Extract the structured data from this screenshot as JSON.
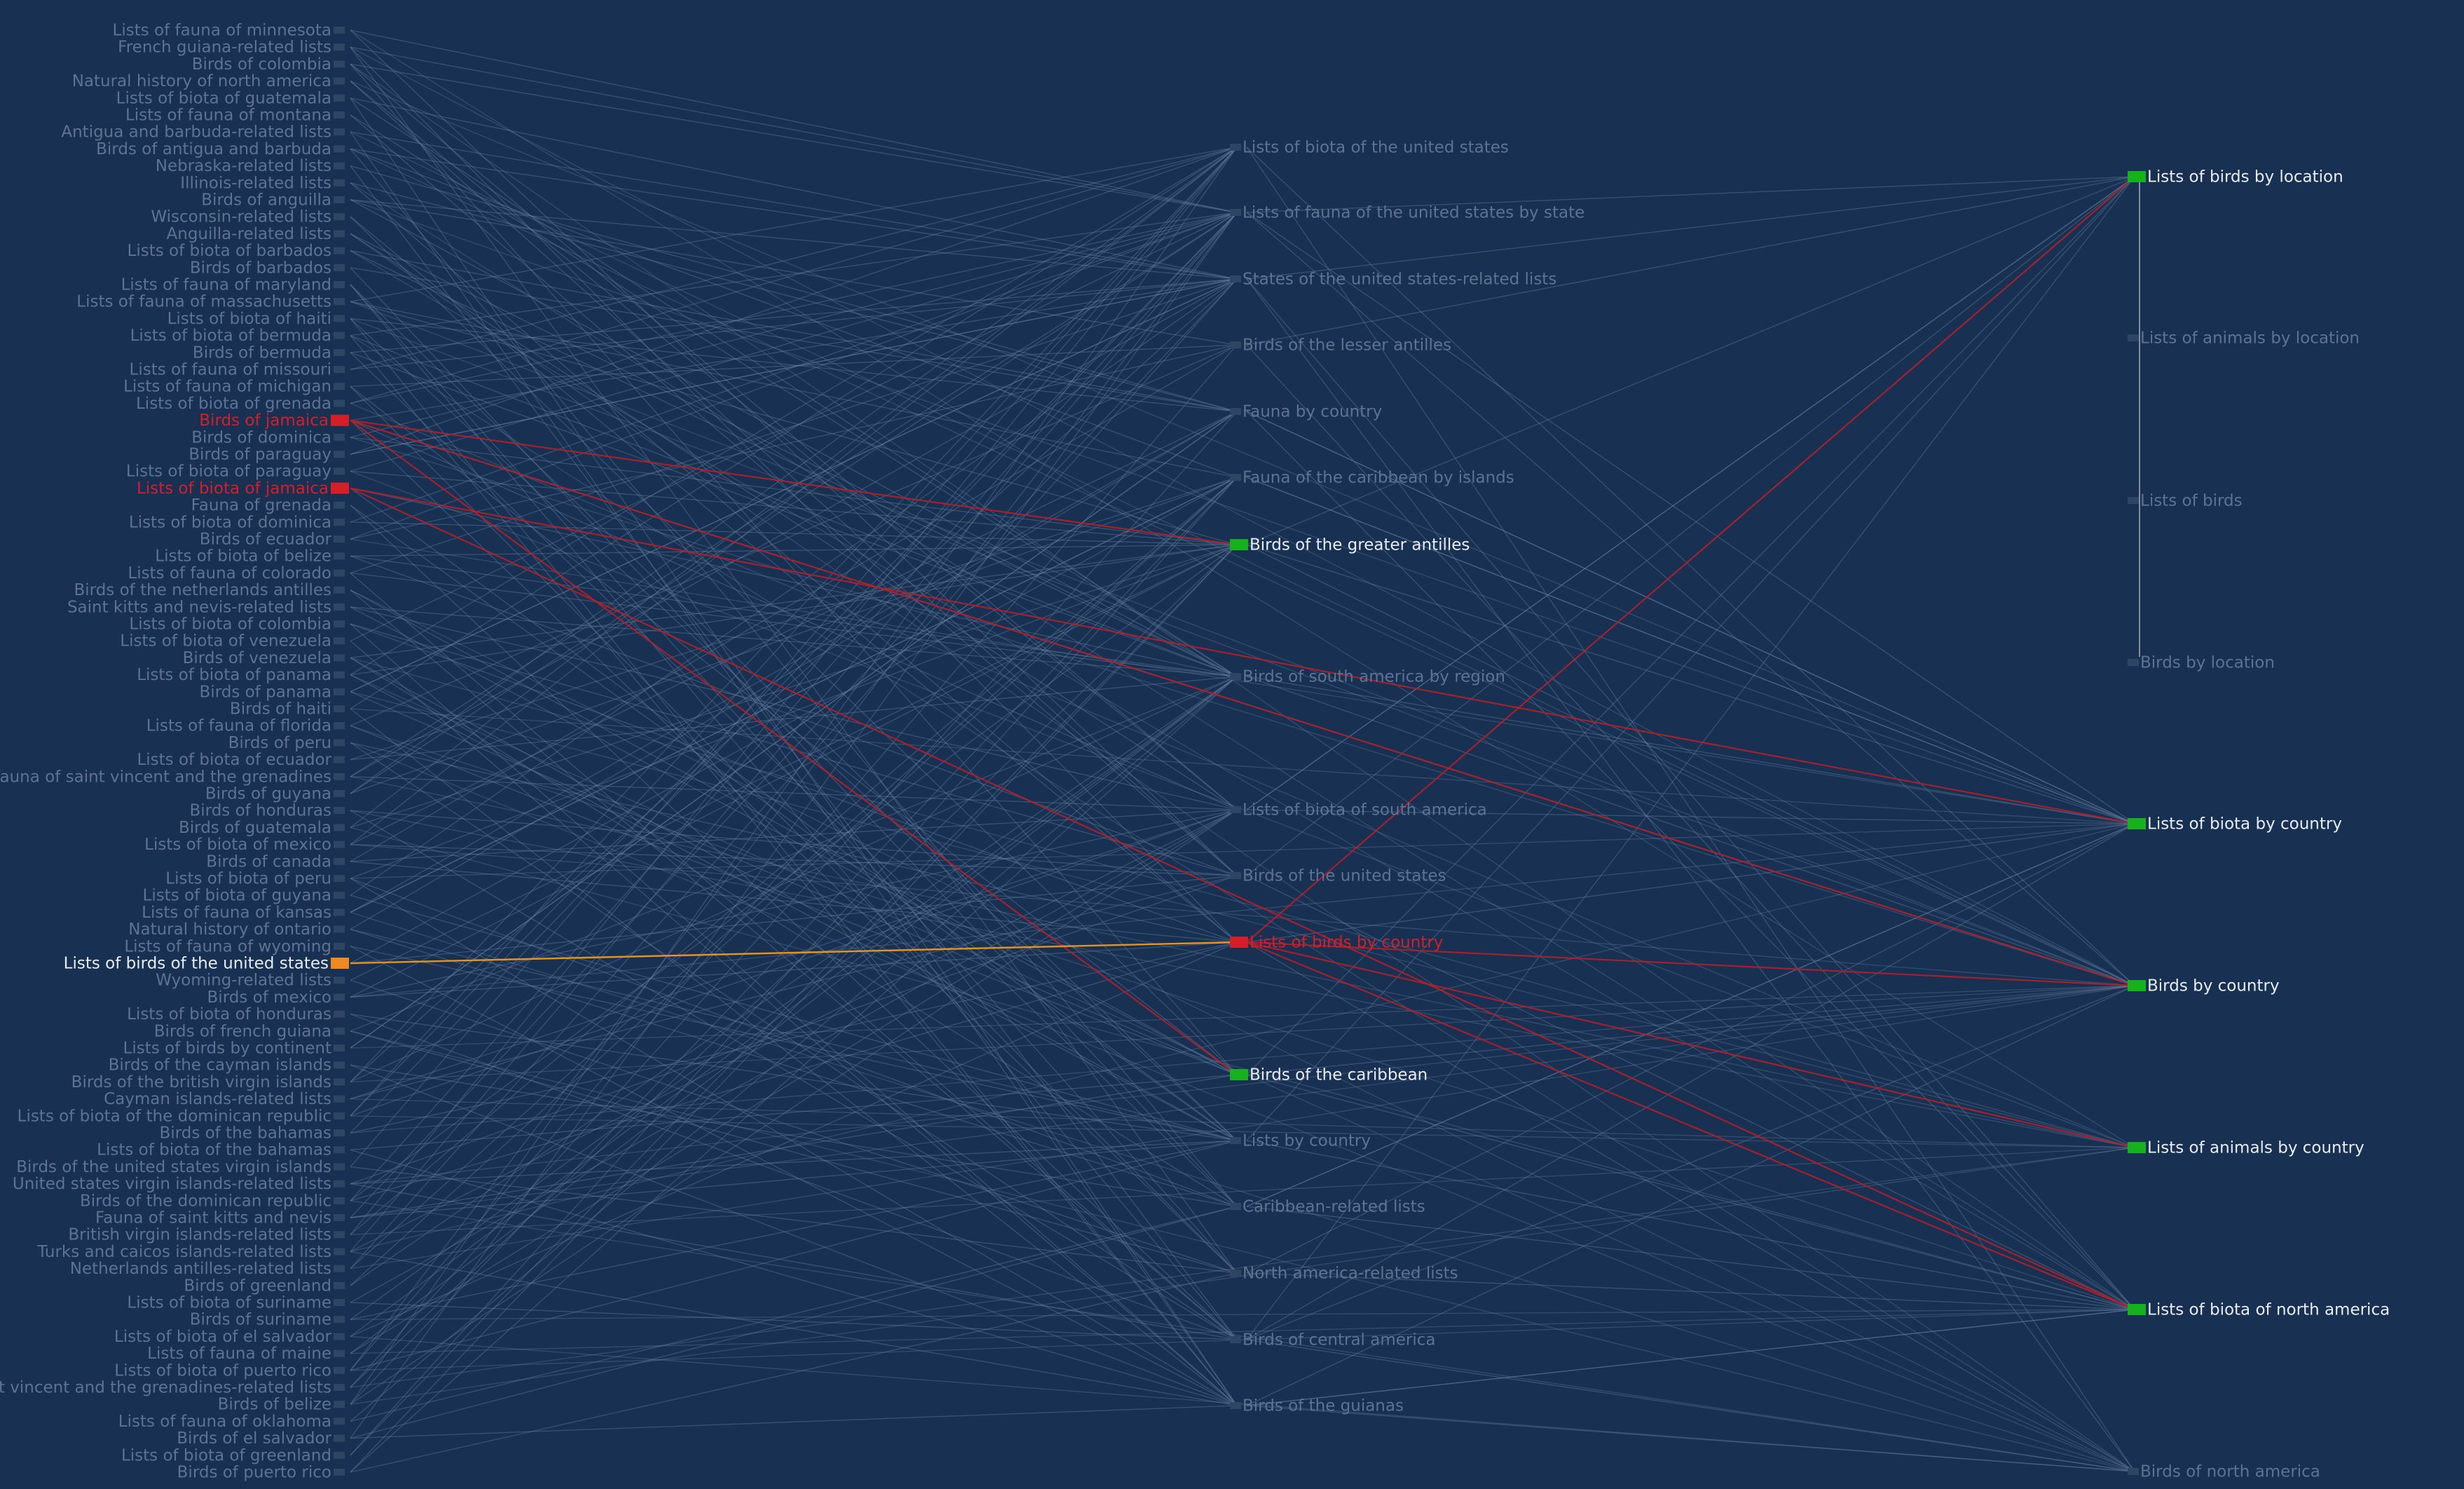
{
  "colors": {
    "background": "#183052",
    "edge_dim": "#6d83a3",
    "edge_highlight": "#b3202a",
    "edge_selected": "#e8931f",
    "text_dim": "#5e7391",
    "text_bright": "#e8ecf2",
    "text_red": "#d41f28",
    "node_dim": "#2e4664",
    "node_green": "#16b21d",
    "node_red": "#d41f28",
    "node_orange": "#ee8a22"
  },
  "graph": {
    "left_nodes": [
      {
        "label": "Lists of fauna of minnesota",
        "state": "dim"
      },
      {
        "label": "French guiana-related lists",
        "state": "dim"
      },
      {
        "label": "Birds of colombia",
        "state": "dim"
      },
      {
        "label": "Natural history of north america",
        "state": "dim"
      },
      {
        "label": "Lists of biota of guatemala",
        "state": "dim"
      },
      {
        "label": "Lists of fauna of montana",
        "state": "dim"
      },
      {
        "label": "Antigua and barbuda-related lists",
        "state": "dim"
      },
      {
        "label": "Birds of antigua and barbuda",
        "state": "dim"
      },
      {
        "label": "Nebraska-related lists",
        "state": "dim"
      },
      {
        "label": "Illinois-related lists",
        "state": "dim"
      },
      {
        "label": "Birds of anguilla",
        "state": "dim"
      },
      {
        "label": "Wisconsin-related lists",
        "state": "dim"
      },
      {
        "label": "Anguilla-related lists",
        "state": "dim"
      },
      {
        "label": "Lists of biota of barbados",
        "state": "dim"
      },
      {
        "label": "Birds of barbados",
        "state": "dim"
      },
      {
        "label": "Lists of fauna of maryland",
        "state": "dim"
      },
      {
        "label": "Lists of fauna of massachusetts",
        "state": "dim"
      },
      {
        "label": "Lists of biota of haiti",
        "state": "dim"
      },
      {
        "label": "Lists of biota of bermuda",
        "state": "dim"
      },
      {
        "label": "Birds of bermuda",
        "state": "dim"
      },
      {
        "label": "Lists of fauna of missouri",
        "state": "dim"
      },
      {
        "label": "Lists of fauna of michigan",
        "state": "dim"
      },
      {
        "label": "Lists of biota of grenada",
        "state": "dim"
      },
      {
        "label": "Birds of jamaica",
        "state": "red"
      },
      {
        "label": "Birds of dominica",
        "state": "dim"
      },
      {
        "label": "Birds of paraguay",
        "state": "dim"
      },
      {
        "label": "Lists of biota of paraguay",
        "state": "dim"
      },
      {
        "label": "Lists of biota of jamaica",
        "state": "red"
      },
      {
        "label": "Fauna of grenada",
        "state": "dim"
      },
      {
        "label": "Lists of biota of dominica",
        "state": "dim"
      },
      {
        "label": "Birds of ecuador",
        "state": "dim"
      },
      {
        "label": "Lists of biota of belize",
        "state": "dim"
      },
      {
        "label": "Lists of fauna of colorado",
        "state": "dim"
      },
      {
        "label": "Birds of the netherlands antilles",
        "state": "dim"
      },
      {
        "label": "Saint kitts and nevis-related lists",
        "state": "dim"
      },
      {
        "label": "Lists of biota of colombia",
        "state": "dim"
      },
      {
        "label": "Lists of biota of venezuela",
        "state": "dim"
      },
      {
        "label": "Birds of venezuela",
        "state": "dim"
      },
      {
        "label": "Lists of biota of panama",
        "state": "dim"
      },
      {
        "label": "Birds of panama",
        "state": "dim"
      },
      {
        "label": "Birds of haiti",
        "state": "dim"
      },
      {
        "label": "Lists of fauna of florida",
        "state": "dim"
      },
      {
        "label": "Birds of peru",
        "state": "dim"
      },
      {
        "label": "Lists of biota of ecuador",
        "state": "dim"
      },
      {
        "label": "Fauna of saint vincent and the grenadines",
        "state": "dim"
      },
      {
        "label": "Birds of guyana",
        "state": "dim"
      },
      {
        "label": "Birds of honduras",
        "state": "dim"
      },
      {
        "label": "Birds of guatemala",
        "state": "dim"
      },
      {
        "label": "Lists of biota of mexico",
        "state": "dim"
      },
      {
        "label": "Birds of canada",
        "state": "dim"
      },
      {
        "label": "Lists of biota of peru",
        "state": "dim"
      },
      {
        "label": "Lists of biota of guyana",
        "state": "dim"
      },
      {
        "label": "Lists of fauna of kansas",
        "state": "dim"
      },
      {
        "label": "Natural history of ontario",
        "state": "dim"
      },
      {
        "label": "Lists of fauna of wyoming",
        "state": "dim"
      },
      {
        "label": "Lists of birds of the united states",
        "state": "selected"
      },
      {
        "label": "Wyoming-related lists",
        "state": "dim"
      },
      {
        "label": "Birds of mexico",
        "state": "dim"
      },
      {
        "label": "Lists of biota of honduras",
        "state": "dim"
      },
      {
        "label": "Birds of french guiana",
        "state": "dim"
      },
      {
        "label": "Lists of birds by continent",
        "state": "dim"
      },
      {
        "label": "Birds of the cayman islands",
        "state": "dim"
      },
      {
        "label": "Birds of the british virgin islands",
        "state": "dim"
      },
      {
        "label": "Cayman islands-related lists",
        "state": "dim"
      },
      {
        "label": "Lists of biota of the dominican republic",
        "state": "dim"
      },
      {
        "label": "Birds of the bahamas",
        "state": "dim"
      },
      {
        "label": "Lists of biota of the bahamas",
        "state": "dim"
      },
      {
        "label": "Birds of the united states virgin islands",
        "state": "dim"
      },
      {
        "label": "United states virgin islands-related lists",
        "state": "dim"
      },
      {
        "label": "Birds of the dominican republic",
        "state": "dim"
      },
      {
        "label": "Fauna of saint kitts and nevis",
        "state": "dim"
      },
      {
        "label": "British virgin islands-related lists",
        "state": "dim"
      },
      {
        "label": "Turks and caicos islands-related lists",
        "state": "dim"
      },
      {
        "label": "Netherlands antilles-related lists",
        "state": "dim"
      },
      {
        "label": "Birds of greenland",
        "state": "dim"
      },
      {
        "label": "Lists of biota of suriname",
        "state": "dim"
      },
      {
        "label": "Birds of suriname",
        "state": "dim"
      },
      {
        "label": "Lists of biota of el salvador",
        "state": "dim"
      },
      {
        "label": "Lists of fauna of maine",
        "state": "dim"
      },
      {
        "label": "Lists of biota of puerto rico",
        "state": "dim"
      },
      {
        "label": "Saint vincent and the grenadines-related lists",
        "state": "dim"
      },
      {
        "label": "Birds of belize",
        "state": "dim"
      },
      {
        "label": "Lists of fauna of oklahoma",
        "state": "dim"
      },
      {
        "label": "Birds of el salvador",
        "state": "dim"
      },
      {
        "label": "Lists of biota of greenland",
        "state": "dim"
      },
      {
        "label": "Birds of puerto rico",
        "state": "dim"
      }
    ],
    "middle_nodes": [
      {
        "label": "Lists of biota of the united states",
        "state": "dim"
      },
      {
        "label": "Lists of fauna of the united states by state",
        "state": "dim"
      },
      {
        "label": "States of the united states-related lists",
        "state": "dim"
      },
      {
        "label": "Birds of the lesser antilles",
        "state": "dim"
      },
      {
        "label": "Fauna by country",
        "state": "dim"
      },
      {
        "label": "Fauna of the caribbean by islands",
        "state": "dim"
      },
      {
        "label": "Birds of the greater antilles",
        "state": "green"
      },
      {
        "label": "Birds of south america by region",
        "state": "dim"
      },
      {
        "label": "Lists of biota of south america",
        "state": "dim"
      },
      {
        "label": "Birds of the united states",
        "state": "dim"
      },
      {
        "label": "Lists of birds by country",
        "state": "red"
      },
      {
        "label": "Birds of the caribbean",
        "state": "green"
      },
      {
        "label": "Lists by country",
        "state": "dim"
      },
      {
        "label": "Caribbean-related lists",
        "state": "dim"
      },
      {
        "label": "North america-related lists",
        "state": "dim"
      },
      {
        "label": "Birds of central america",
        "state": "dim"
      },
      {
        "label": "Birds of the guianas",
        "state": "dim"
      }
    ],
    "right_nodes": [
      {
        "label": "Lists of birds by location",
        "state": "green"
      },
      {
        "label": "Lists of animals by location",
        "state": "dim"
      },
      {
        "label": "Lists of birds",
        "state": "dim"
      },
      {
        "label": "Birds by location",
        "state": "dim"
      },
      {
        "label": "Lists of biota by country",
        "state": "green"
      },
      {
        "label": "Birds by country",
        "state": "green"
      },
      {
        "label": "Lists of animals by country",
        "state": "green"
      },
      {
        "label": "Lists of biota of north america",
        "state": "green"
      },
      {
        "label": "Birds of north america",
        "state": "dim"
      }
    ],
    "highlight_edges": [
      {
        "from": "Birds of jamaica",
        "to": "Birds of the greater antilles",
        "kind": "red"
      },
      {
        "from": "Birds of jamaica",
        "to": "Birds of the caribbean",
        "kind": "red"
      },
      {
        "from": "Birds of jamaica",
        "to": "Birds by country",
        "kind": "red"
      },
      {
        "from": "Lists of biota of jamaica",
        "to": "Lists of biota by country",
        "kind": "red"
      },
      {
        "from": "Lists of biota of jamaica",
        "to": "Lists of biota of north america",
        "kind": "red"
      },
      {
        "from": "Lists of birds of the united states",
        "to": "Lists of birds by country",
        "kind": "selected"
      },
      {
        "from": "Lists of birds by country",
        "to": "Lists of birds by location",
        "kind": "red"
      },
      {
        "from": "Lists of birds by country",
        "to": "Birds by country",
        "kind": "red"
      },
      {
        "from": "Lists of birds by country",
        "to": "Lists of animals by country",
        "kind": "red"
      },
      {
        "from": "Lists of birds by country",
        "to": "Lists of biota of north america",
        "kind": "red"
      },
      {
        "from": "Lists of birds by location",
        "to": "Birds by location",
        "kind": "light"
      }
    ]
  }
}
